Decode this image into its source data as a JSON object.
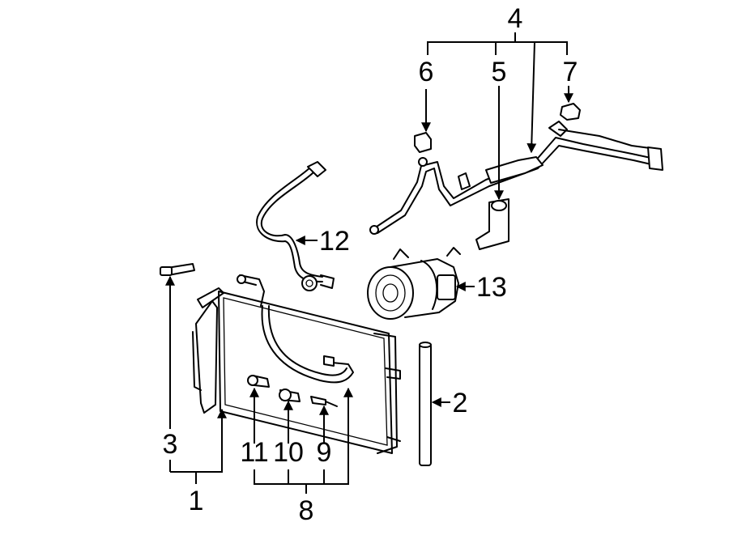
{
  "callouts": [
    {
      "id": "callout-1",
      "label": "1"
    },
    {
      "id": "callout-2",
      "label": "2"
    },
    {
      "id": "callout-3",
      "label": "3"
    },
    {
      "id": "callout-4",
      "label": "4"
    },
    {
      "id": "callout-5",
      "label": "5"
    },
    {
      "id": "callout-6",
      "label": "6"
    },
    {
      "id": "callout-7",
      "label": "7"
    },
    {
      "id": "callout-8",
      "label": "8"
    },
    {
      "id": "callout-9",
      "label": "9"
    },
    {
      "id": "callout-10",
      "label": "10"
    },
    {
      "id": "callout-11",
      "label": "11"
    },
    {
      "id": "callout-12",
      "label": "12"
    },
    {
      "id": "callout-13",
      "label": "13"
    }
  ],
  "colors": {
    "line": "#000000",
    "background": "#ffffff"
  }
}
